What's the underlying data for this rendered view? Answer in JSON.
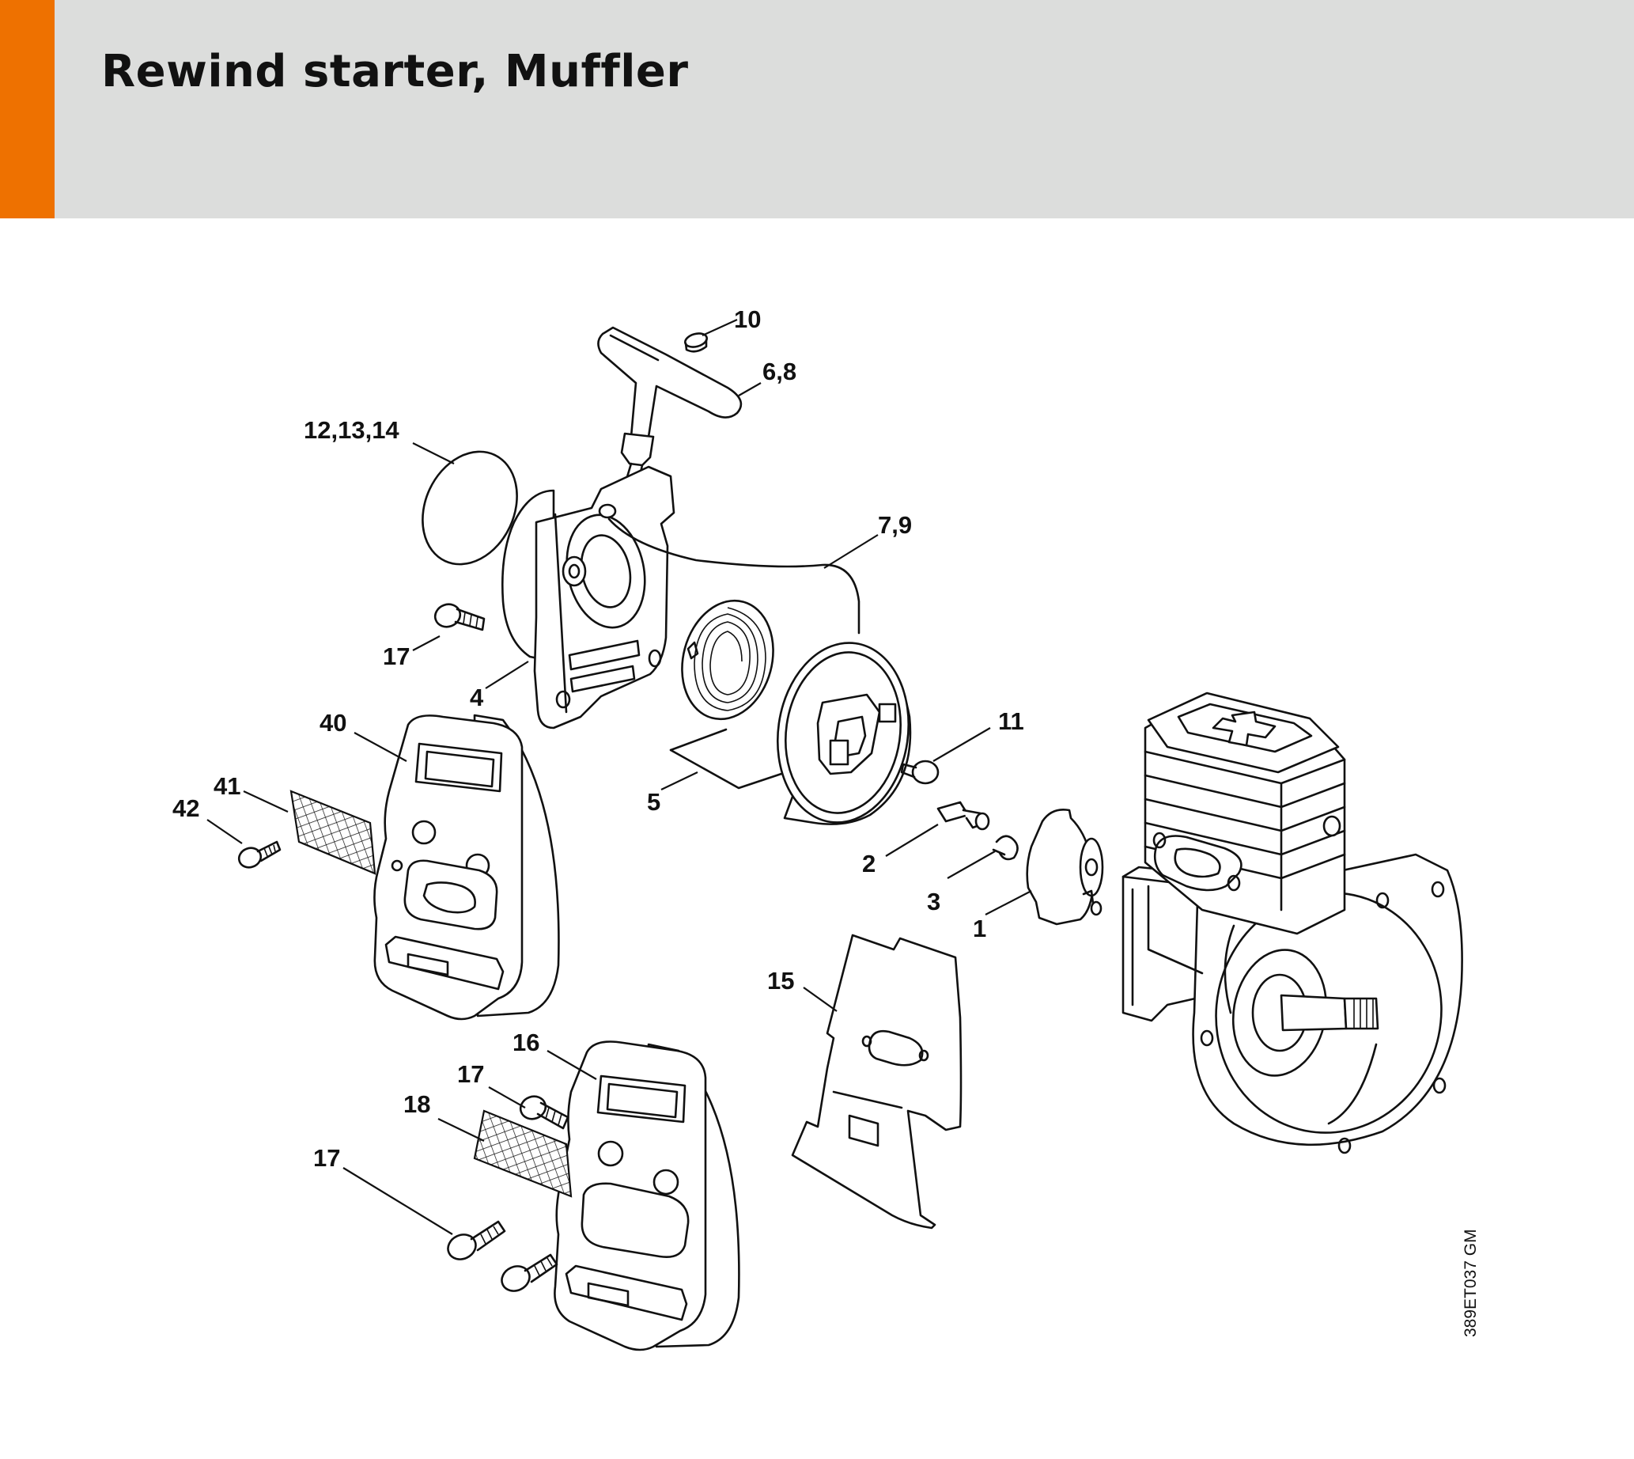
{
  "page": {
    "title": "Rewind starter, Muffler",
    "accent_color": "#ee7100",
    "header_color": "#dcdddc",
    "drawing_code": "389ET037 GM"
  },
  "callouts": [
    {
      "id": "c10",
      "text": "10"
    },
    {
      "id": "c68",
      "text": "6,8"
    },
    {
      "id": "c121314",
      "text": "12,13,14"
    },
    {
      "id": "c79",
      "text": "7,9"
    },
    {
      "id": "c17a",
      "text": "17"
    },
    {
      "id": "c4",
      "text": "4"
    },
    {
      "id": "c40",
      "text": "40"
    },
    {
      "id": "c11",
      "text": "11"
    },
    {
      "id": "c41",
      "text": "41"
    },
    {
      "id": "c42",
      "text": "42"
    },
    {
      "id": "c5",
      "text": "5"
    },
    {
      "id": "c2",
      "text": "2"
    },
    {
      "id": "c3",
      "text": "3"
    },
    {
      "id": "c1",
      "text": "1"
    },
    {
      "id": "c15",
      "text": "15"
    },
    {
      "id": "c16",
      "text": "16"
    },
    {
      "id": "c17b",
      "text": "17"
    },
    {
      "id": "c18",
      "text": "18"
    },
    {
      "id": "c17c",
      "text": "17"
    }
  ]
}
